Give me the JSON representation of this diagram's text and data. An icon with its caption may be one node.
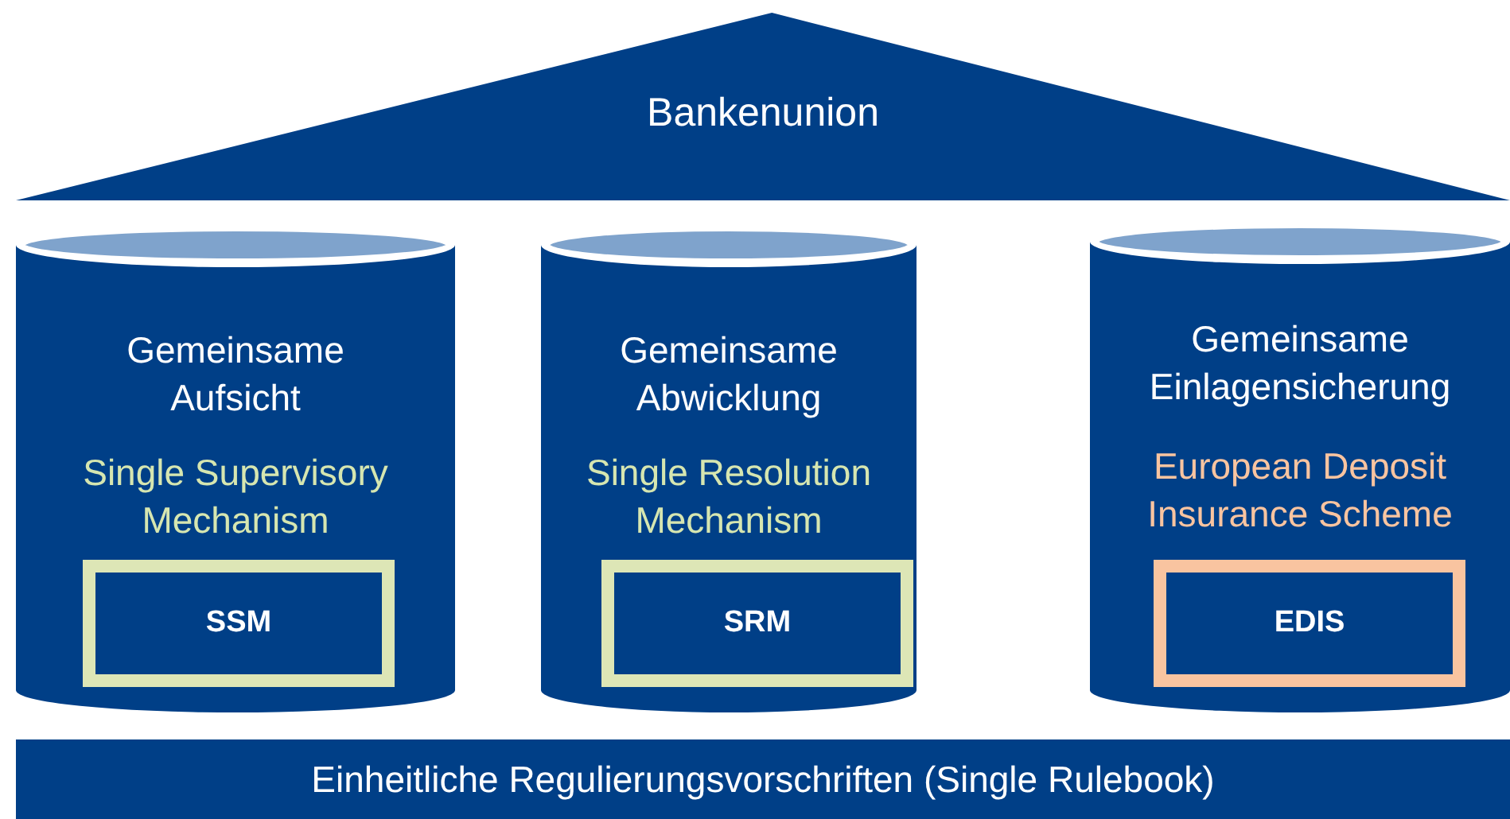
{
  "diagram": {
    "nodes": [
      {
        "text": [
          "Bankenunion"
        ]
      },
      {
        "text": [
          "Gemeinsame Aufsicht",
          "Single Supervisory Mechanism"
        ]
      },
      {
        "text": [
          "SSM"
        ],
        "in": 1
      },
      {
        "text": [
          "Gemeinsame Abwicklung",
          "Single Resolution Mechanism"
        ]
      },
      {
        "text": [
          "SRM"
        ],
        "in": 3
      },
      {
        "text": [
          "Gemeinsame Einlagensicherung",
          "European Deposit Insurance Scheme"
        ]
      },
      {
        "text": [
          "EDIS"
        ],
        "in": 5
      },
      {
        "text": [
          "Einheitliche Regulierungsvorschriften (Single Rulebook)"
        ]
      }
    ]
  }
}
